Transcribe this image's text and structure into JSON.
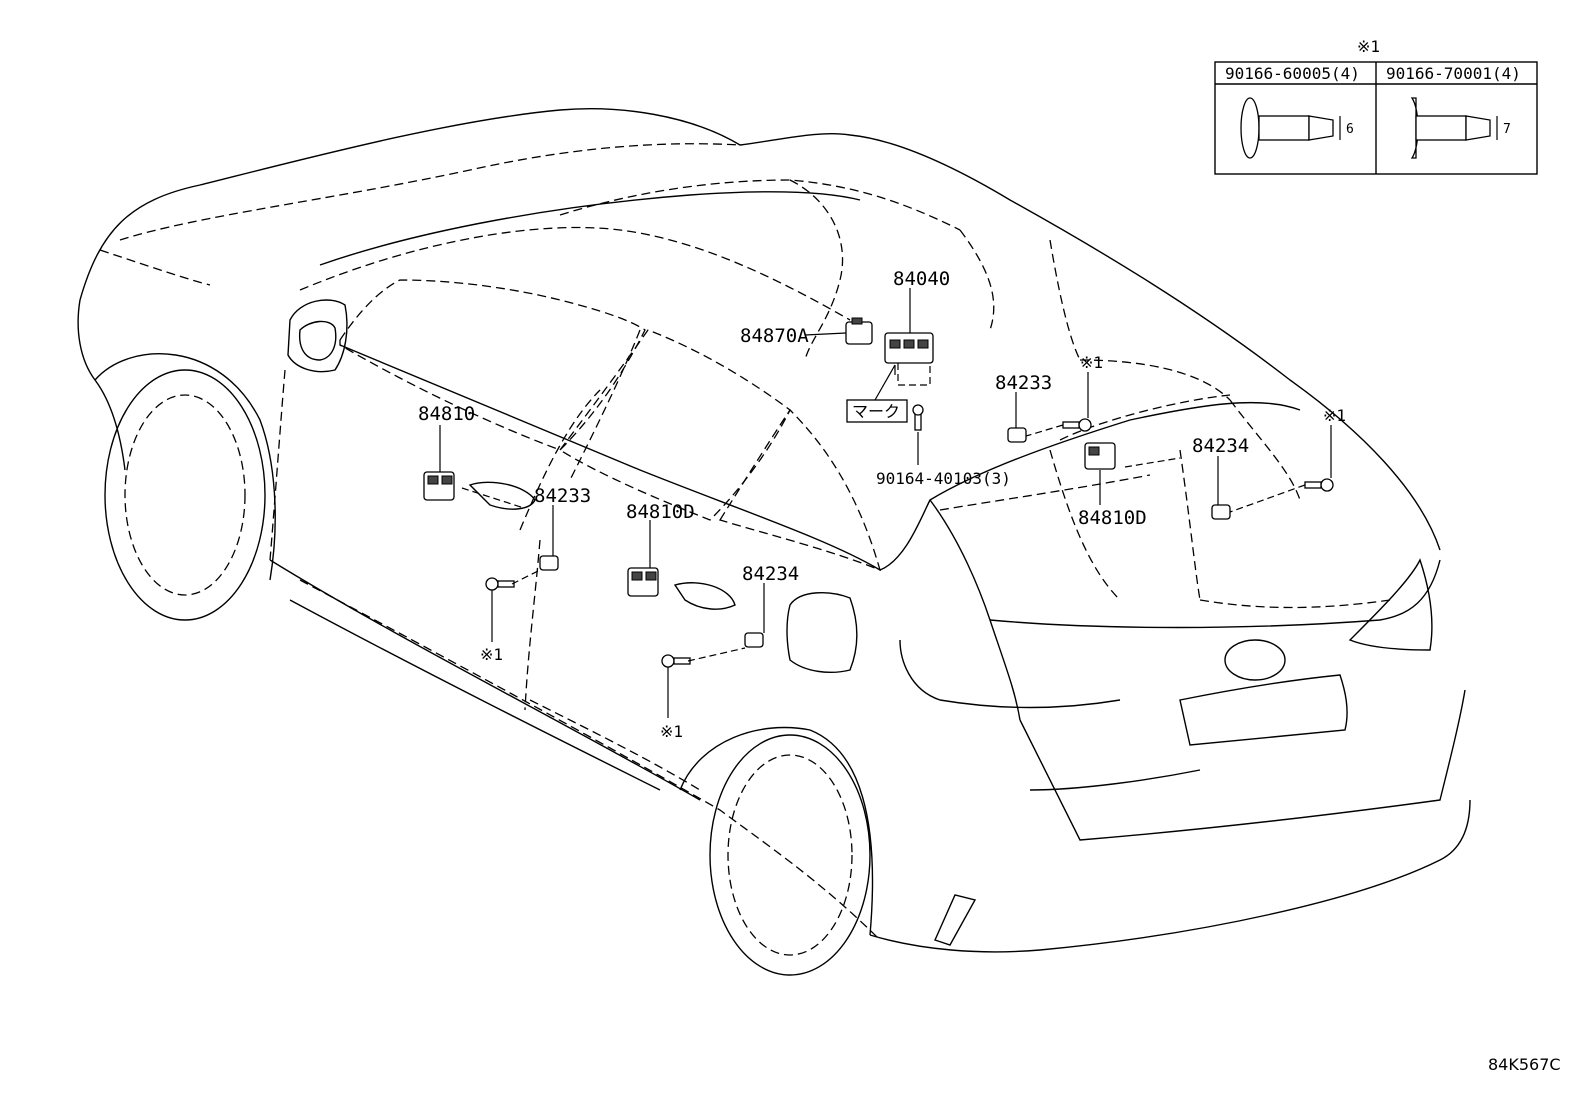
{
  "diagram": {
    "code": "84K567C",
    "marker": "※1",
    "labels": {
      "p84040": "84040",
      "p84870A": "84870A",
      "mark": "マーク",
      "p84810": "84810",
      "p84233_left": "84233",
      "p84233_right": "84233",
      "p84810D_left": "84810D",
      "p84810D_right": "84810D",
      "p84234_left": "84234",
      "p84234_right": "84234",
      "p90164": "90164-40103(3)",
      "ref_rear_door": "※1",
      "ref_front_door": "※1",
      "ref_center": "※1",
      "ref_right": "※1"
    },
    "fastener_table": {
      "heading": "※1",
      "columns": [
        {
          "part": "90166-60005(4)",
          "dimension": "6"
        },
        {
          "part": "90166-70001(4)",
          "dimension": "7"
        }
      ]
    }
  }
}
